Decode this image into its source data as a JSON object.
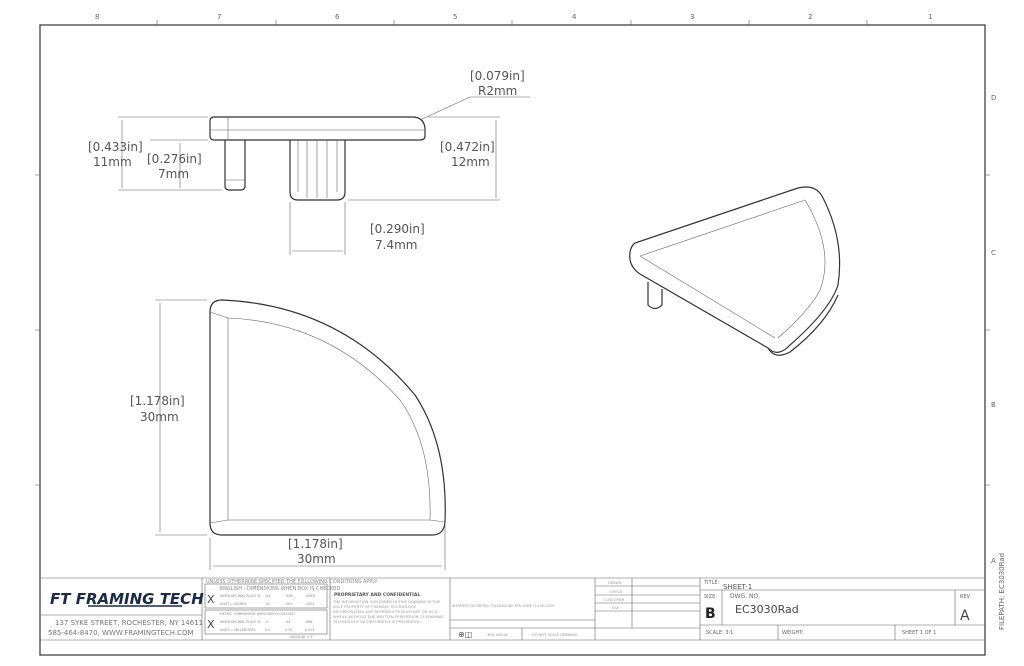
{
  "border": {
    "column_labels": [
      "8",
      "7",
      "6",
      "5",
      "4",
      "3",
      "2",
      "1"
    ],
    "row_labels": [
      "D",
      "C",
      "B",
      "A"
    ],
    "filepath": "FILEPATH: EC3030Rad"
  },
  "dimensions": {
    "radius": {
      "in": "[0.079in]",
      "mm": "R2mm"
    },
    "overall_height": {
      "in": "[0.433in]",
      "mm": "11mm"
    },
    "pin_height": {
      "in": "[0.276in]",
      "mm": "7mm"
    },
    "right_height": {
      "in": "[0.472in]",
      "mm": "12mm"
    },
    "fin_width": {
      "in": "[0.290in]",
      "mm": "7.4mm"
    },
    "front_height": {
      "in": "[1.178in]",
      "mm": "30mm"
    },
    "front_width": {
      "in": "[1.178in]",
      "mm": "30mm"
    }
  },
  "title_block": {
    "logo_text": "FT FRAMING TECH",
    "address": "137 SYKE STREET, ROCHESTER, NY 14611",
    "contact": "585-464-8470, WWW.FRAMINGTECH.COM",
    "tolerance_header": "UNLESS OTHERWISE SPECIFIED THE FOLLOWING CONDITIONS APPLY",
    "english_label": "ENGLISH - DIMENSIONS WHEN BOX IS CHECKED",
    "english_row1": [
      "WHEN DECIMAL PLACE IS",
      ".XX",
      ".XXX",
      ".XXXX"
    ],
    "english_row2": [
      "UNITS = INCHES",
      ".01",
      ".005",
      ".0005"
    ],
    "metric_label": "METRIC - DIMENSIONS WHEN BOX IS CHECKED",
    "metric_row1": [
      "WHEN DECIMAL PLACE IS",
      ".X",
      ".XX",
      ".XXX"
    ],
    "metric_row2": [
      "UNITS = MILLIMETERS",
      "0.1",
      "0.13",
      "0.013"
    ],
    "check_mark": "X",
    "angles": "ANGULAR ±.5°",
    "proprietary_title": "PROPRIETARY AND CONFIDENTIAL",
    "proprietary_text": "THE INFORMATION CONTAINED IN THIS DRAWING IS THE SOLE PROPERTY OF FRAMING TECHNOLOGY INCORPORATED. ANY REPRODUCTION IN PART OR AS A WHOLE WITHOUT THE WRITTEN PERMISSION OF FRAMING TECHNOLOGY INCORPORATED IS PROHIBITED.",
    "gdt_note": "INTERPRET GEOMETRIC TOLERANCING PER: ASME Y14.5M-2009",
    "projection": "3RD ANGLE",
    "do_not_scale": "DO NOT SCALE DRAWING",
    "drawn_label": "DRAWN",
    "check_label": "CHECK",
    "customer_label": "CUSTOMER",
    "id_label": "ID#",
    "title_label": "TITLE:",
    "title": "SHEET-1",
    "size_label": "SIZE",
    "size": "B",
    "dwg_no_label": "DWG. NO.",
    "dwg_no": "EC3030Rad",
    "rev_label": "REV",
    "rev": "A",
    "scale": "SCALE: 3:1",
    "weight": "WEIGHT:",
    "sheet": "SHEET 1 OF 1"
  }
}
